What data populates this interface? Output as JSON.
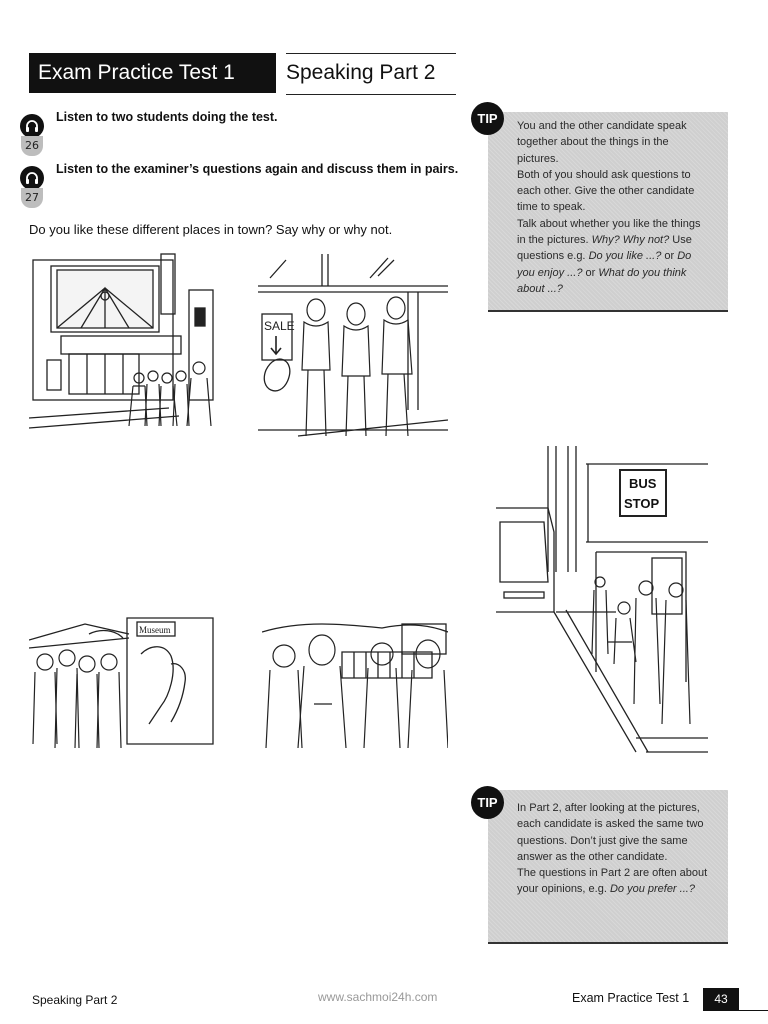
{
  "header": {
    "exam_label": "Exam Practice Test 1",
    "part_label": "Speaking Part 2"
  },
  "tracks": [
    {
      "number": "26",
      "instruction": "Listen to two students doing the test.",
      "icon": "headphones-icon"
    },
    {
      "number": "27",
      "instruction": "Listen to the examiner’s questions again and discuss them in pairs.",
      "icon": "headphones-icon"
    }
  ],
  "question": "Do you like these different places in town? Say why or why not.",
  "tip1": {
    "badge": "TIP",
    "para1": "You and the other candidate speak together about the things in the pictures.",
    "para2": "Both of you should ask questions to each other. Give the other candidate time to speak.",
    "para3_a": "Talk about whether you like the things in the pictures. ",
    "para3_b": "Why? Why not?",
    "para3_c": " Use questions e.g. ",
    "para3_d": "Do you like ...?",
    "para3_e": " or ",
    "para3_f": "Do you enjoy ...?",
    "para3_g": " or ",
    "para3_h": "What do you think about ...?"
  },
  "tip2": {
    "badge": "TIP",
    "para1": "In Part 2, after looking at the pictures, each candidate is asked the same two questions. Don’t just give the same answer as the other candidate.",
    "para2_a": "The questions in Part 2 are often about your opinions, e.g. ",
    "para2_b": "Do you prefer ...?"
  },
  "pictures": {
    "sale_sign": "SALE",
    "bus_stop_sign_line1": "BUS",
    "bus_stop_sign_line2": "STOP",
    "museum_sign": "Museum"
  },
  "footer": {
    "left": "Speaking Part 2",
    "url": "www.sachmoi24h.com",
    "right": "Exam Practice Test 1",
    "page": "43"
  }
}
